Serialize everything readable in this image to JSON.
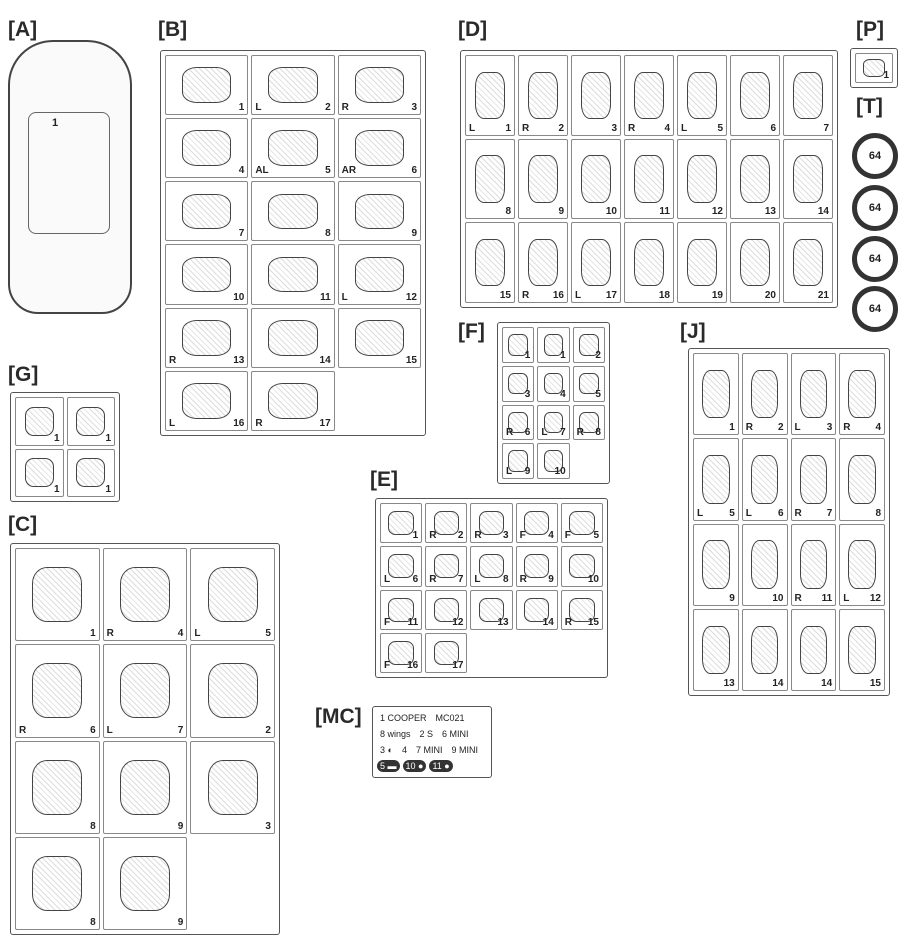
{
  "sections": {
    "A": {
      "label": "[A]",
      "parts": [
        "1"
      ]
    },
    "B": {
      "label": "[B]",
      "parts": [
        {
          "n": "1"
        },
        {
          "n": "2",
          "s": "L"
        },
        {
          "n": "3",
          "s": "R"
        },
        {
          "n": "4"
        },
        {
          "n": "5",
          "s": "AL"
        },
        {
          "n": "6",
          "s": "AR"
        },
        {
          "n": "7"
        },
        {
          "n": "8"
        },
        {
          "n": "9"
        },
        {
          "n": "10"
        },
        {
          "n": "11"
        },
        {
          "n": "12",
          "s": "L"
        },
        {
          "n": "13",
          "s": "R"
        },
        {
          "n": "14"
        },
        {
          "n": "15"
        },
        {
          "n": "16",
          "s": "L"
        },
        {
          "n": "17",
          "s": "R"
        }
      ]
    },
    "D": {
      "label": "[D]",
      "parts": [
        {
          "n": "1",
          "s": "L"
        },
        {
          "n": "2",
          "s": "R"
        },
        {
          "n": "3"
        },
        {
          "n": "4",
          "s": "R"
        },
        {
          "n": "5",
          "s": "L"
        },
        {
          "n": "6"
        },
        {
          "n": "7"
        },
        {
          "n": "8"
        },
        {
          "n": "9"
        },
        {
          "n": "10"
        },
        {
          "n": "11"
        },
        {
          "n": "12"
        },
        {
          "n": "13"
        },
        {
          "n": "14"
        },
        {
          "n": "15"
        },
        {
          "n": "16",
          "s": "R"
        },
        {
          "n": "17",
          "s": "L"
        },
        {
          "n": "18"
        },
        {
          "n": "19"
        },
        {
          "n": "20"
        },
        {
          "n": "21"
        }
      ]
    },
    "P": {
      "label": "[P]",
      "parts": [
        {
          "n": "1"
        }
      ]
    },
    "T": {
      "label": "[T]",
      "tires": [
        "64",
        "64",
        "64",
        "64"
      ]
    },
    "G": {
      "label": "[G]",
      "parts": [
        {
          "n": "1"
        },
        {
          "n": "1"
        },
        {
          "n": "1"
        },
        {
          "n": "1"
        }
      ]
    },
    "F": {
      "label": "[F]",
      "parts": [
        {
          "n": "1"
        },
        {
          "n": "1"
        },
        {
          "n": "2"
        },
        {
          "n": "3"
        },
        {
          "n": "4"
        },
        {
          "n": "5"
        },
        {
          "n": "6",
          "s": "R"
        },
        {
          "n": "7",
          "s": "L"
        },
        {
          "n": "8",
          "s": "R"
        },
        {
          "n": "9",
          "s": "L"
        },
        {
          "n": "10"
        }
      ]
    },
    "J": {
      "label": "[J]",
      "parts": [
        {
          "n": "1"
        },
        {
          "n": "2",
          "s": "R"
        },
        {
          "n": "3",
          "s": "L"
        },
        {
          "n": "4",
          "s": "R"
        },
        {
          "n": "5",
          "s": "L"
        },
        {
          "n": "6",
          "s": "L"
        },
        {
          "n": "7",
          "s": "R"
        },
        {
          "n": "8"
        },
        {
          "n": "9"
        },
        {
          "n": "10"
        },
        {
          "n": "11",
          "s": "R"
        },
        {
          "n": "12",
          "s": "L"
        },
        {
          "n": "13"
        },
        {
          "n": "14"
        },
        {
          "n": "14"
        },
        {
          "n": "15"
        }
      ]
    },
    "E": {
      "label": "[E]",
      "parts": [
        {
          "n": "1"
        },
        {
          "n": "2",
          "s": "R"
        },
        {
          "n": "3",
          "s": "R"
        },
        {
          "n": "4",
          "s": "F"
        },
        {
          "n": "5",
          "s": "F"
        },
        {
          "n": "6",
          "s": "L"
        },
        {
          "n": "7",
          "s": "R"
        },
        {
          "n": "8",
          "s": "L"
        },
        {
          "n": "9",
          "s": "R"
        },
        {
          "n": "10"
        },
        {
          "n": "11",
          "s": "F"
        },
        {
          "n": "12"
        },
        {
          "n": "13"
        },
        {
          "n": "14"
        },
        {
          "n": "15",
          "s": "R"
        },
        {
          "n": "16",
          "s": "F"
        },
        {
          "n": "17"
        }
      ]
    },
    "C": {
      "label": "[C]",
      "parts": [
        {
          "n": "1"
        },
        {
          "n": "4",
          "s": "R"
        },
        {
          "n": "5",
          "s": "L"
        },
        {
          "n": "6",
          "s": "R"
        },
        {
          "n": "7",
          "s": "L"
        },
        {
          "n": "2"
        },
        {
          "n": "8"
        },
        {
          "n": "9"
        },
        {
          "n": "3"
        },
        {
          "n": "8"
        },
        {
          "n": "9"
        }
      ]
    },
    "MC": {
      "label": "[MC]",
      "decals": [
        {
          "n": "1",
          "t": "COOPER"
        },
        {
          "n": "",
          "t": "MC021"
        },
        {
          "n": "8",
          "t": "wings"
        },
        {
          "n": "2",
          "t": "S"
        },
        {
          "n": "6",
          "t": "MINI"
        },
        {
          "n": "3",
          "t": "◐"
        },
        {
          "n": "4",
          "t": ""
        },
        {
          "n": "7",
          "t": "MINI"
        },
        {
          "n": "9",
          "t": "MINI"
        },
        {
          "n": "5",
          "t": "▬"
        },
        {
          "n": "10",
          "t": "●"
        },
        {
          "n": "11",
          "t": "●"
        }
      ]
    }
  }
}
